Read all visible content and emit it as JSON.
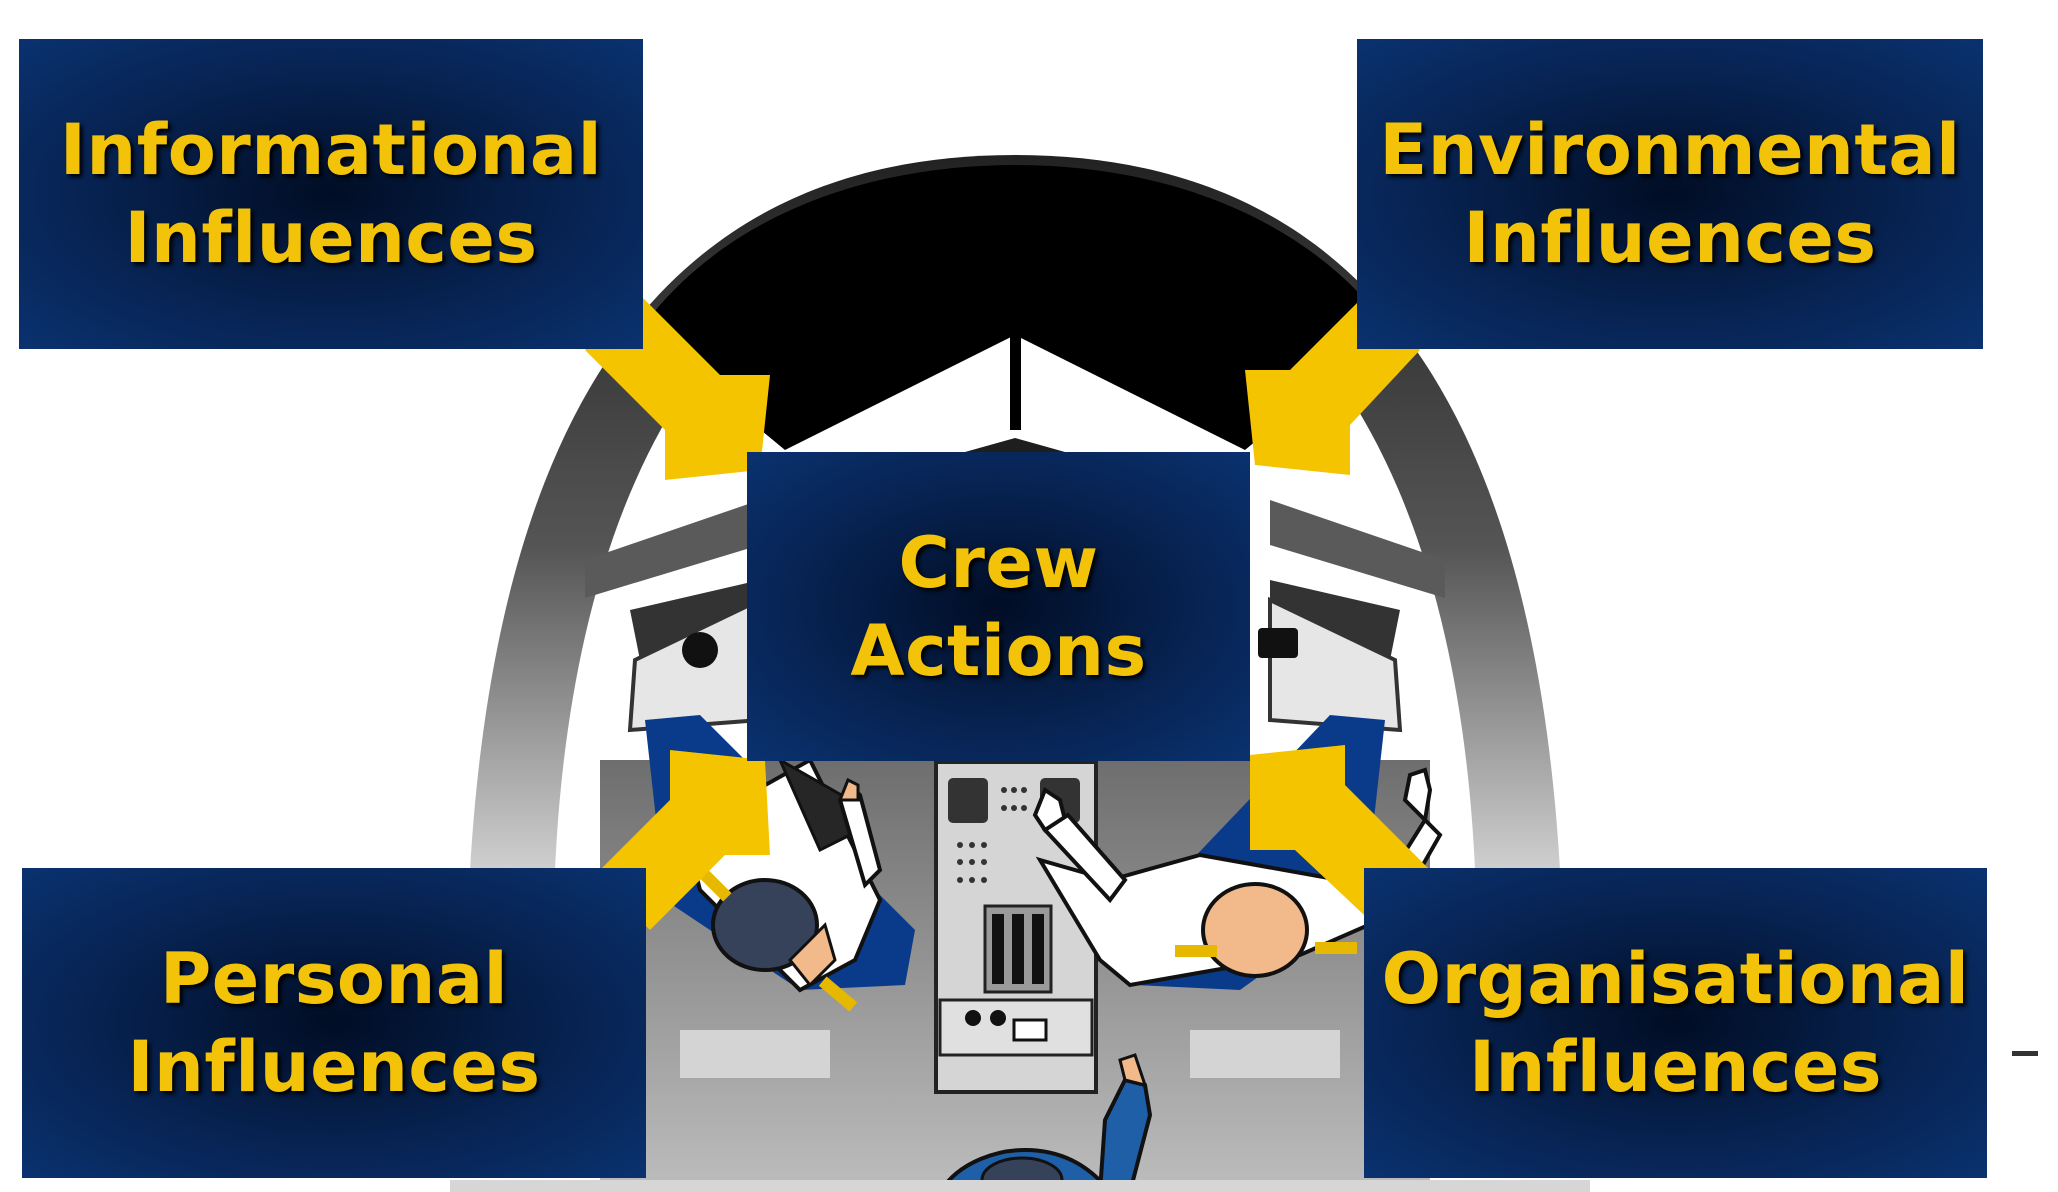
{
  "diagram": {
    "center": {
      "line1": "Crew",
      "line2": "Actions"
    },
    "influences": {
      "informational": {
        "line1": "Informational",
        "line2": "Influences"
      },
      "environmental": {
        "line1": "Environmental",
        "line2": "Influences"
      },
      "personal": {
        "line1": "Personal",
        "line2": "Influences"
      },
      "organisational": {
        "line1": "Organisational",
        "line2": "Influences"
      }
    }
  },
  "colors": {
    "box_background": "#0a3270",
    "label_text": "#f3c30a",
    "arrow": "#f5c400"
  }
}
